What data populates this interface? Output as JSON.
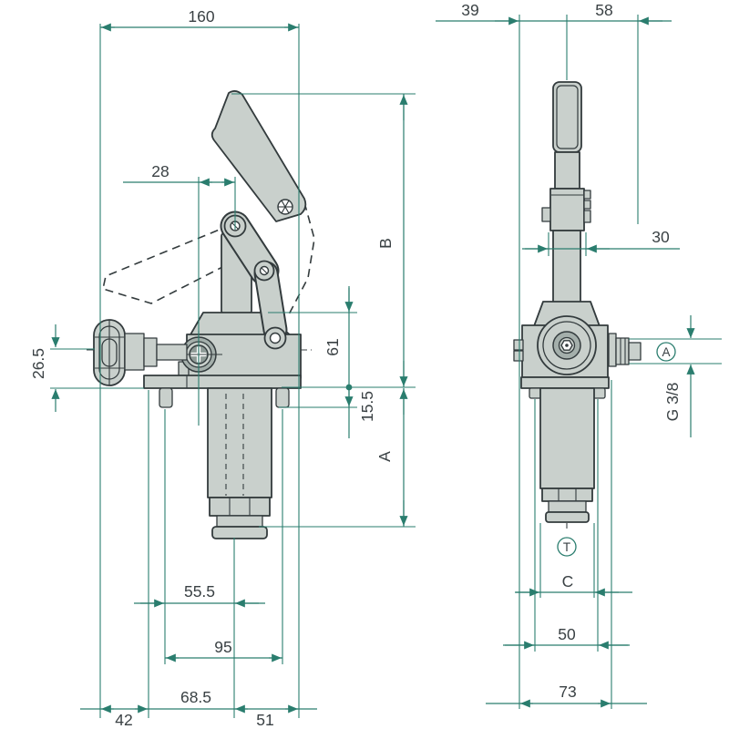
{
  "drawing": {
    "title": "Hand pump dimensional drawing, front and side views",
    "colors": {
      "dimension_line": "#2a7d6e",
      "outline": "#333b3d",
      "body_fill": "#c9d0cc",
      "body_fill_dark": "#a4afab",
      "label_text": "#3a4144"
    },
    "front": {
      "overall_width": "160",
      "lever_offset": "28",
      "knob_height": "26.5",
      "link_height": "61",
      "stud_length": "15.5",
      "upper_height": "B",
      "lower_height": "A",
      "stud_to_axis": "55.5",
      "stud_spacing": "95",
      "mid_span": "68.5",
      "left_span": "42",
      "right_span": "51"
    },
    "side": {
      "left_offset": "39",
      "right_offset": "58",
      "hinge_width": "30",
      "port_label": "A",
      "port_thread": "G 3/8",
      "tank_label": "T",
      "cylinder_diameter": "C",
      "stud_spacing": "50",
      "body_width": "73"
    }
  }
}
